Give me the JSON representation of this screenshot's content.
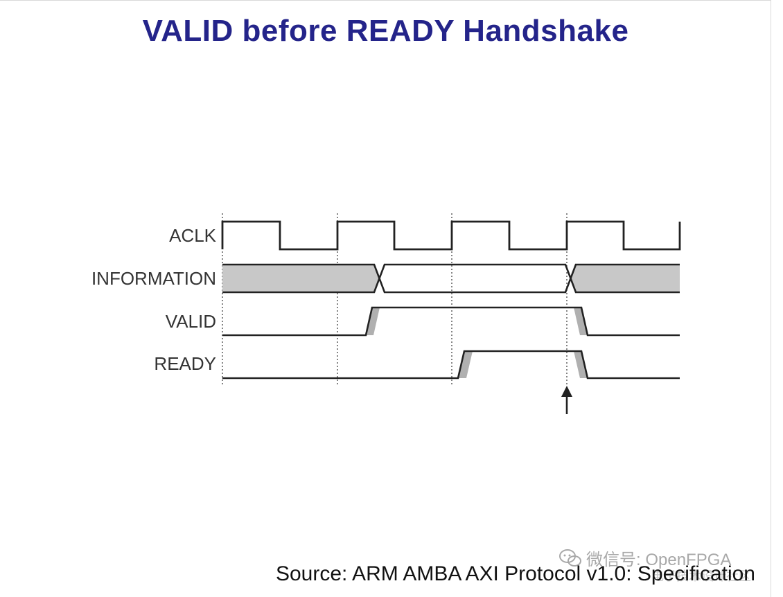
{
  "slide": {
    "title": "VALID before READY Handshake",
    "source": "Source: ARM AMBA AXI Protocol v1.0: Specification"
  },
  "timing_diagram": {
    "signals": [
      {
        "name": "ACLK"
      },
      {
        "name": "INFORMATION"
      },
      {
        "name": "VALID"
      },
      {
        "name": "READY"
      }
    ],
    "colors": {
      "line": "#222222",
      "bus_fill": "#c8c8c8",
      "edge_fill": "#b0b0b0"
    }
  },
  "watermark": {
    "text": "微信号: OpenFPGA",
    "icon": "wechat-icon",
    "subtext": "电子技术设计社区"
  }
}
